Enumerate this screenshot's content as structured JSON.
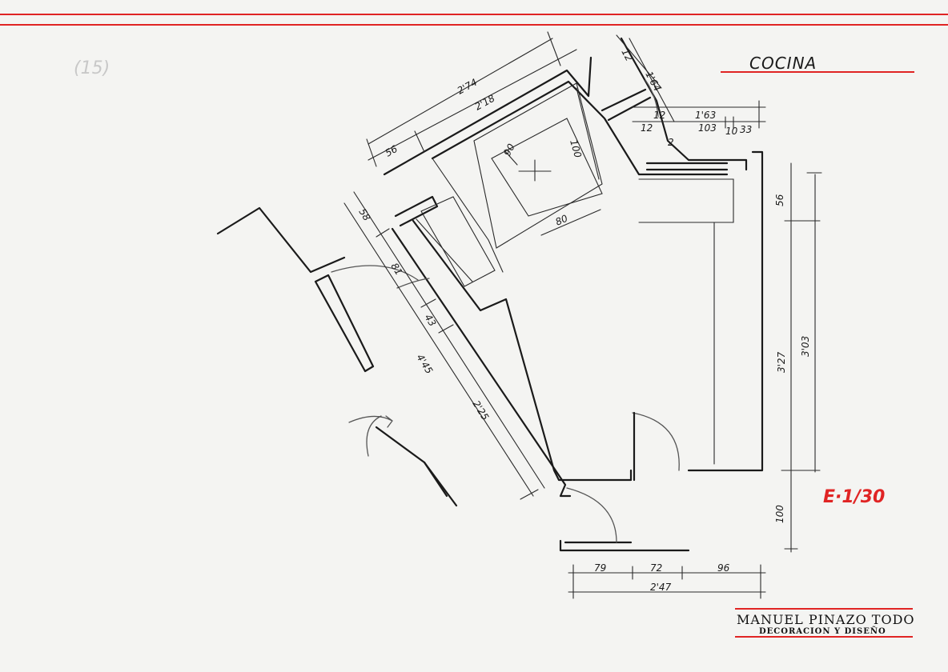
{
  "drawing": {
    "room_title": "COCINA",
    "scale": "E·1/30",
    "corner_note": "(15)",
    "brand_name": "MANUEL PINAZO TODO",
    "brand_tagline": "DECORACION Y DISEÑO"
  },
  "dimensions": {
    "top_outer": "2'74",
    "top_inner": "2'18",
    "top_left": "56",
    "window_width": "1'64",
    "window_small": "12",
    "right_total": "1'63",
    "right_a": "103",
    "right_b": "10",
    "right_c": "33",
    "window_a": "12",
    "window_b": "12",
    "window_c": "2",
    "hob_diag": "90",
    "hob_side": "100",
    "hob_bottom": "80",
    "right_top": "56",
    "right_outer": "3'03",
    "right_inner": "3'27",
    "right_bottom": "100",
    "left_a": "58",
    "left_door": "81",
    "left_b": "43",
    "left_total": "4'45",
    "left_c": "2'25",
    "bottom_a": "79",
    "bottom_b": "72",
    "bottom_c": "96",
    "bottom_total": "2'47"
  }
}
